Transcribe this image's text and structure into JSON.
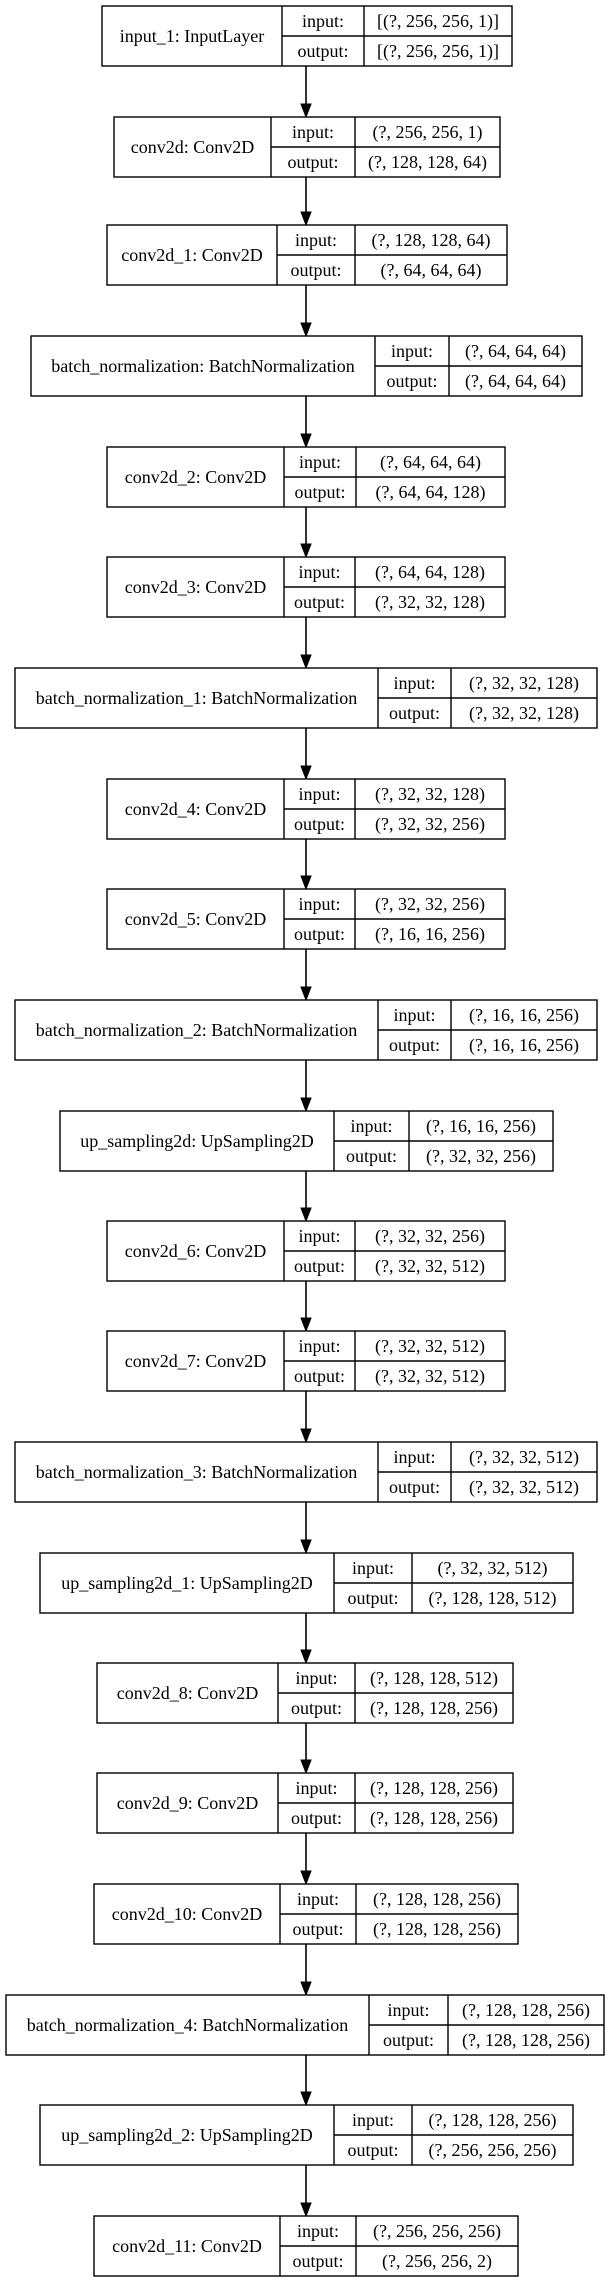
{
  "labels": {
    "input": "input:",
    "output": "output:"
  },
  "layers": [
    {
      "name": "input_1: InputLayer",
      "input": "[(?, 256, 256, 1)]",
      "output": "[(?, 256, 256, 1)]"
    },
    {
      "name": "conv2d: Conv2D",
      "input": "(?, 256, 256, 1)",
      "output": "(?, 128, 128, 64)"
    },
    {
      "name": "conv2d_1: Conv2D",
      "input": "(?, 128, 128, 64)",
      "output": "(?, 64, 64, 64)"
    },
    {
      "name": "batch_normalization: BatchNormalization",
      "input": "(?, 64, 64, 64)",
      "output": "(?, 64, 64, 64)"
    },
    {
      "name": "conv2d_2: Conv2D",
      "input": "(?, 64, 64, 64)",
      "output": "(?, 64, 64, 128)"
    },
    {
      "name": "conv2d_3: Conv2D",
      "input": "(?, 64, 64, 128)",
      "output": "(?, 32, 32, 128)"
    },
    {
      "name": "batch_normalization_1: BatchNormalization",
      "input": "(?, 32, 32, 128)",
      "output": "(?, 32, 32, 128)"
    },
    {
      "name": "conv2d_4: Conv2D",
      "input": "(?, 32, 32, 128)",
      "output": "(?, 32, 32, 256)"
    },
    {
      "name": "conv2d_5: Conv2D",
      "input": "(?, 32, 32, 256)",
      "output": "(?, 16, 16, 256)"
    },
    {
      "name": "batch_normalization_2: BatchNormalization",
      "input": "(?, 16, 16, 256)",
      "output": "(?, 16, 16, 256)"
    },
    {
      "name": "up_sampling2d: UpSampling2D",
      "input": "(?, 16, 16, 256)",
      "output": "(?, 32, 32, 256)"
    },
    {
      "name": "conv2d_6: Conv2D",
      "input": "(?, 32, 32, 256)",
      "output": "(?, 32, 32, 512)"
    },
    {
      "name": "conv2d_7: Conv2D",
      "input": "(?, 32, 32, 512)",
      "output": "(?, 32, 32, 512)"
    },
    {
      "name": "batch_normalization_3: BatchNormalization",
      "input": "(?, 32, 32, 512)",
      "output": "(?, 32, 32, 512)"
    },
    {
      "name": "up_sampling2d_1: UpSampling2D",
      "input": "(?, 32, 32, 512)",
      "output": "(?, 128, 128, 512)"
    },
    {
      "name": "conv2d_8: Conv2D",
      "input": "(?, 128, 128, 512)",
      "output": "(?, 128, 128, 256)"
    },
    {
      "name": "conv2d_9: Conv2D",
      "input": "(?, 128, 128, 256)",
      "output": "(?, 128, 128, 256)"
    },
    {
      "name": "conv2d_10: Conv2D",
      "input": "(?, 128, 128, 256)",
      "output": "(?, 128, 128, 256)"
    },
    {
      "name": "batch_normalization_4: BatchNormalization",
      "input": "(?, 128, 128, 256)",
      "output": "(?, 128, 128, 256)"
    },
    {
      "name": "up_sampling2d_2: UpSampling2D",
      "input": "(?, 128, 128, 256)",
      "output": "(?, 256, 256, 256)"
    },
    {
      "name": "conv2d_11: Conv2D",
      "input": "(?, 256, 256, 256)",
      "output": "(?, 256, 256, 2)"
    }
  ]
}
